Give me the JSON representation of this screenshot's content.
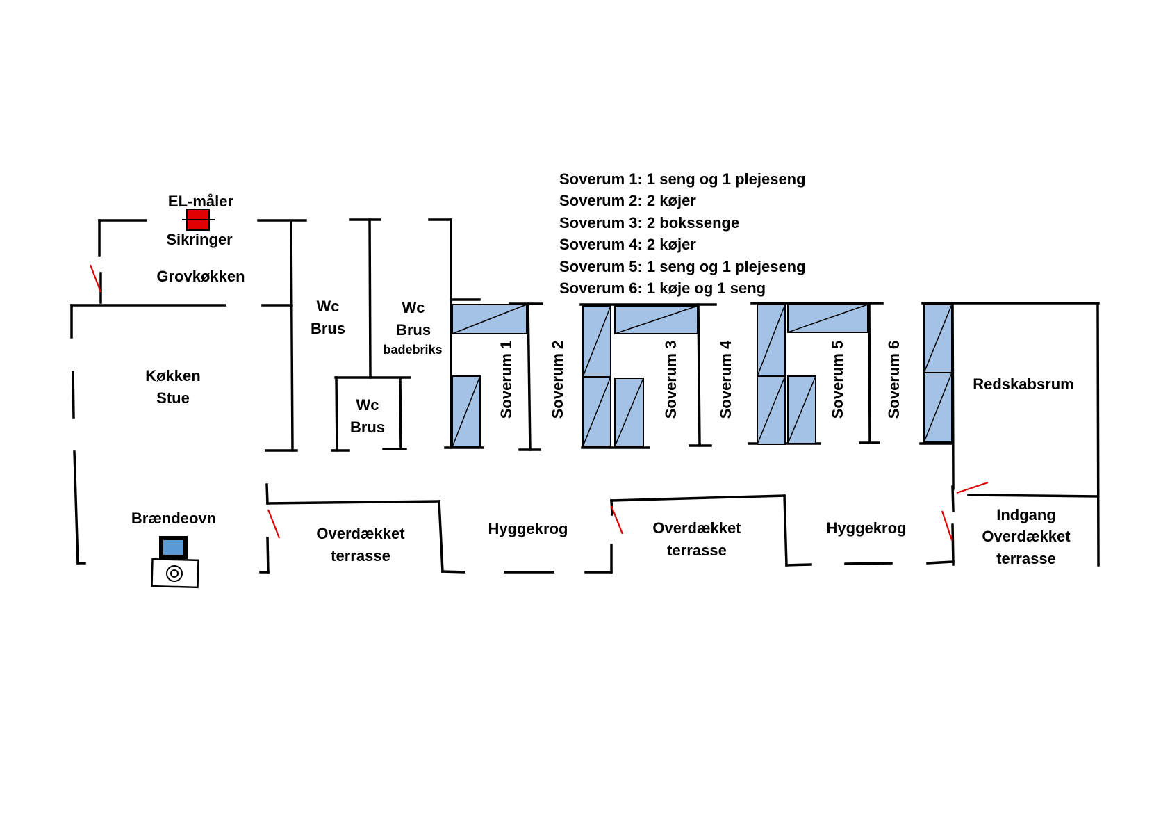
{
  "legend": [
    "Soverum 1: 1 seng og 1 plejeseng",
    "Soverum 2: 2 køjer",
    "Soverum 3: 2 bokssenge",
    "Soverum 4: 2 køjer",
    "Soverum 5: 1 seng og 1 plejeseng",
    "Soverum 6: 1 køje og 1 seng"
  ],
  "rooms": {
    "el_maaler": "EL-måler",
    "sikringer": "Sikringer",
    "grovkoekken": "Grovkøkken",
    "koekken": "Køkken",
    "stue": "Stue",
    "braendeovn": "Brændeovn",
    "wc1_wc": "Wc",
    "wc1_brus": "Brus",
    "wc2_wc": "Wc",
    "wc2_brus": "Brus",
    "wc2_badebriks": "badebriks",
    "wc3_wc": "Wc",
    "wc3_brus": "Brus",
    "soverum1": "Soverum 1",
    "soverum2": "Soverum 2",
    "soverum3": "Soverum 3",
    "soverum4": "Soverum 4",
    "soverum5": "Soverum 5",
    "soverum6": "Soverum 6",
    "redskabsrum": "Redskabsrum",
    "terrasse1_a": "Overdækket",
    "terrasse1_b": "terrasse",
    "hyggekrog1": "Hyggekrog",
    "terrasse2_a": "Overdækket",
    "terrasse2_b": "terrasse",
    "hyggekrog2": "Hyggekrog",
    "indgang_a": "Indgang",
    "indgang_b": "Overdækket",
    "indgang_c": "terrasse"
  },
  "colors": {
    "bed": "#a4c2e6",
    "door": "#e00000",
    "meter": "#e00000",
    "stove_window": "#5b9bd5"
  }
}
